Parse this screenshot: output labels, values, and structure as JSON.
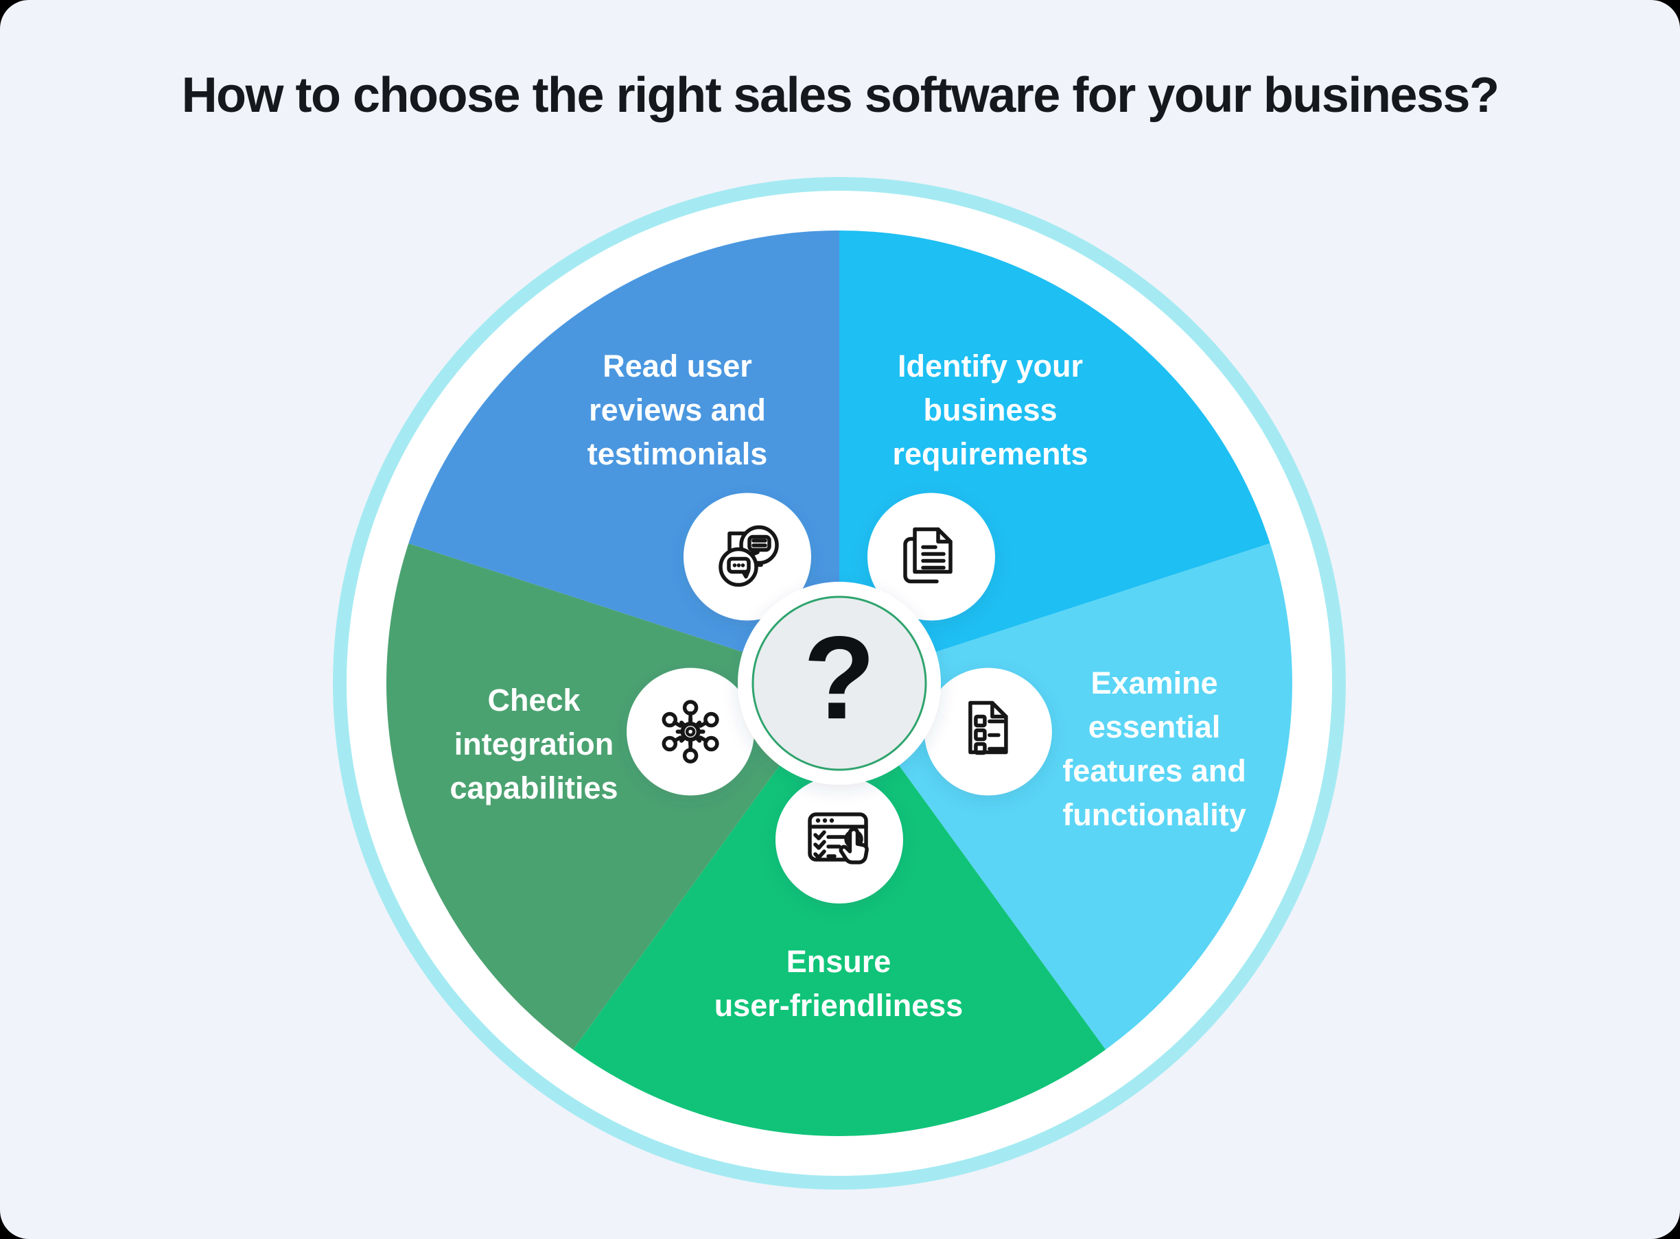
{
  "title": "How to choose the right sales software for your business?",
  "center": {
    "symbol": "?",
    "fill": "#E9EDF0",
    "ring_color": "#2FA46D"
  },
  "wheel": {
    "outer_ring_color": "#A5EAF2",
    "band_color": "#FFFFFF",
    "background": "#F0F3FA"
  },
  "segments": [
    {
      "id": "identify-your-business-requirements",
      "label": "Identify your business requirements",
      "lines": [
        "Identify your",
        "business",
        "requirements"
      ],
      "color": "#1EBFF3",
      "icon": "document-icon"
    },
    {
      "id": "examine-essential-features-and-functionality",
      "label": "Examine essential features and functionality",
      "lines": [
        "Examine",
        "essential",
        "features and",
        "functionality"
      ],
      "color": "#5AD5F6",
      "icon": "checklist-document-icon"
    },
    {
      "id": "ensure-user-friendliness",
      "label": "Ensure user-friendliness",
      "lines": [
        "Ensure",
        "user-friendliness"
      ],
      "color": "#10C378",
      "icon": "browser-click-icon"
    },
    {
      "id": "check-integration-capabilities",
      "label": "Check integration capabilities",
      "lines": [
        "Check",
        "integration",
        "capabilities"
      ],
      "color": "#4BA271",
      "icon": "integration-hub-icon"
    },
    {
      "id": "read-user-reviews-and-testimonials",
      "label": "Read user reviews and testimonials",
      "lines": [
        "Read user",
        "reviews and",
        "testimonials"
      ],
      "color": "#4A97E0",
      "icon": "chat-bubbles-icon"
    }
  ]
}
